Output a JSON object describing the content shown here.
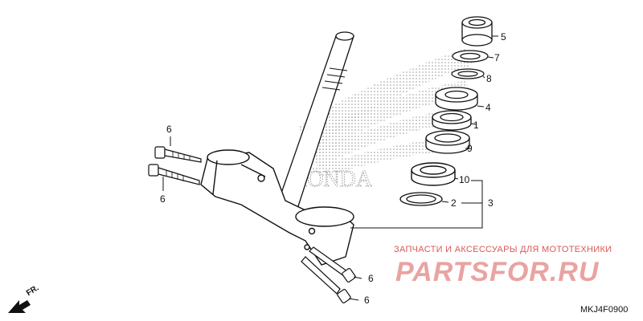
{
  "callouts": [
    "5",
    "7",
    "8",
    "4",
    "1",
    "9",
    "10",
    "2",
    "3",
    "6",
    "6",
    "6",
    "6"
  ],
  "direction_label": "FR.",
  "watermark": {
    "caption": "ЗАПЧАСТИ И АКСЕССУАРЫ ДЛЯ МОТОТЕХНИКИ",
    "logo": "PARTSFOR.RU"
  },
  "brand_background": "HONDA",
  "diagram_code": "MKJ4F0900",
  "colors": {
    "line": "#111111",
    "watermark_red": "#d85a57",
    "watermark_pink": "#e9a3a1",
    "dots": "#9a9a9a"
  }
}
